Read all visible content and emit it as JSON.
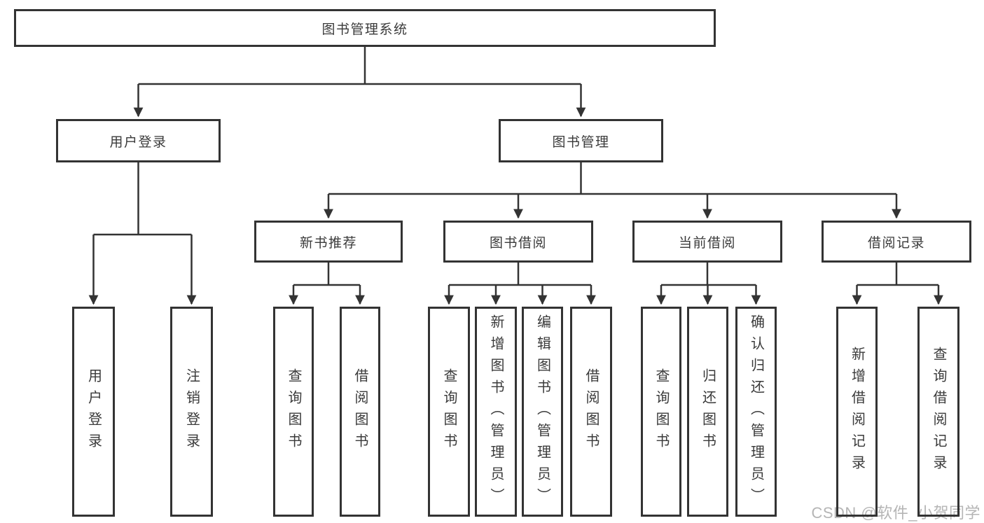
{
  "diagram": {
    "root": {
      "label": "图书管理系统"
    },
    "level2": [
      {
        "id": "user-login",
        "label": "用户登录"
      },
      {
        "id": "book-management",
        "label": "图书管理"
      }
    ],
    "level3": [
      {
        "id": "new-book-recommend",
        "label": "新书推荐"
      },
      {
        "id": "book-borrow",
        "label": "图书借阅"
      },
      {
        "id": "current-borrow",
        "label": "当前借阅"
      },
      {
        "id": "borrow-records",
        "label": "借阅记录"
      }
    ],
    "leaves": {
      "user_login": [
        {
          "label": "用户登录"
        },
        {
          "label": "注销登录"
        }
      ],
      "new_book_recommend": [
        {
          "label": "查询图书"
        },
        {
          "label": "借阅图书"
        }
      ],
      "book_borrow": [
        {
          "label": "查询图书"
        },
        {
          "label": "新增图书（管理员）"
        },
        {
          "label": "编辑图书（管理员）"
        },
        {
          "label": "借阅图书"
        }
      ],
      "current_borrow": [
        {
          "label": "查询图书"
        },
        {
          "label": "归还图书"
        },
        {
          "label": "确认归还（管理员）"
        }
      ],
      "borrow_records": [
        {
          "label": "新增借阅记录"
        },
        {
          "label": "查询借阅记录"
        }
      ]
    }
  },
  "watermark": {
    "text": "CSDN @软件_小贺同学",
    "color": "#b5b5b5"
  },
  "colors": {
    "line": "#333333",
    "box_border": "#333333",
    "text": "#3a3a3a",
    "background": "#ffffff"
  }
}
